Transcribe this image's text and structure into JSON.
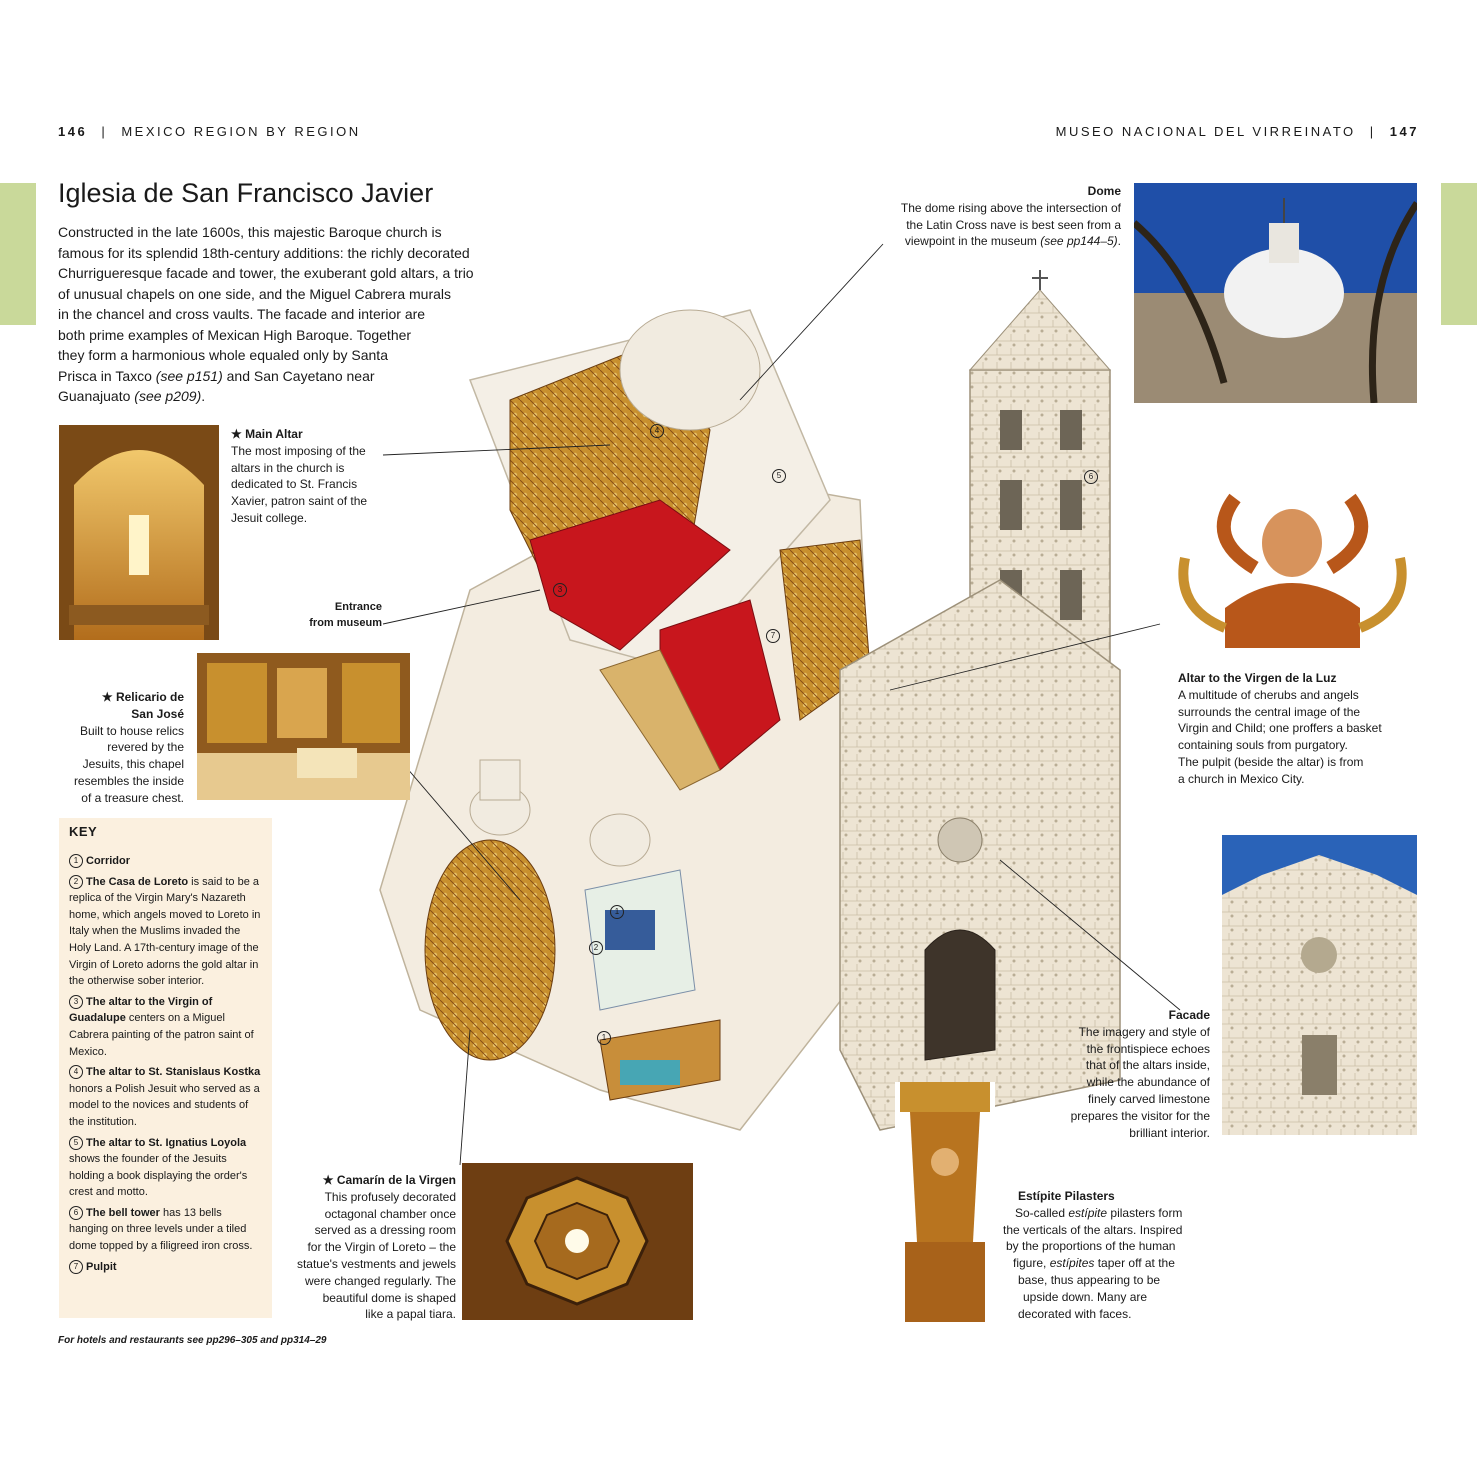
{
  "header": {
    "left_page": "146",
    "left_title": "MEXICO REGION BY REGION",
    "right_title": "MUSEO NACIONAL DEL VIRREINATO",
    "right_page": "147"
  },
  "title": "Iglesia de San Francisco Javier",
  "intro": {
    "lines": [
      "Constructed in the late 1600s, this majestic Baroque church is",
      "famous for its splendid 18th-century additions: the richly decorated",
      "Churrigueresque facade and tower, the exuberant gold altars, a trio",
      "of unusual chapels on one side, and the Miguel Cabrera murals",
      "in the chancel and cross vaults. The facade and interior are",
      "both prime examples of Mexican High Baroque. Together",
      "they form a harmonious whole equaled only by Santa",
      "Prisca in Taxco",
      "(see p151)",
      "and San Cayetano near",
      "Guanajuato",
      "(see p209)",
      "."
    ]
  },
  "captions": {
    "main_altar": {
      "title": "★ Main Altar",
      "lines": [
        "The most imposing of the",
        "altars in the church is",
        "dedicated to St. Francis",
        "Xavier, patron saint of the",
        "Jesuit college."
      ]
    },
    "relicario": {
      "title_lines": [
        "★ Relicario de",
        "San José"
      ],
      "lines": [
        "Built to house relics",
        "revered by the",
        "Jesuits, this chapel",
        "resembles the inside",
        "of a treasure chest."
      ]
    },
    "entrance": {
      "lines": [
        "Entrance",
        "from museum"
      ]
    },
    "dome": {
      "title": "Dome",
      "lines": [
        "The dome rising above the intersection of",
        "the Latin Cross nave is best seen from a",
        "viewpoint in the museum"
      ],
      "ref": "(see pp144–5)",
      "end": "."
    },
    "altar_virgen": {
      "title": "Altar to the Virgen de la Luz",
      "lines": [
        "A multitude of cherubs and angels",
        "surrounds the central image of the",
        "Virgin and Child; one proffers a basket",
        "containing souls from purgatory.",
        "The pulpit (beside the altar) is from",
        "a church in Mexico City."
      ]
    },
    "facade": {
      "title": "Facade",
      "lines": [
        "The imagery and style of",
        "the frontispiece echoes",
        "that of the altars inside,",
        "while the abundance of",
        "finely carved limestone",
        "prepares the visitor for the",
        "brilliant interior."
      ]
    },
    "camarin": {
      "title": "★ Camarín de la Virgen",
      "lines": [
        "This profusely decorated",
        "octagonal chamber once",
        "served as a dressing room",
        "for the Virgin of Loreto – the",
        "statue's vestments and jewels",
        "were changed regularly. The",
        "beautiful dome is shaped",
        "like a papal tiara."
      ]
    },
    "estipite": {
      "title": "Estípite Pilasters",
      "l1a": "So-called ",
      "l1b": "estípite",
      "l1c": " pilasters form",
      "lines": [
        "the verticals of the altars. Inspired",
        "by the proportions of the human"
      ],
      "l4a": "figure, ",
      "l4b": "estípites",
      "l4c": " taper off at the",
      "lines2": [
        "base, thus appearing to be",
        "upside down. Many are",
        "decorated with faces."
      ]
    }
  },
  "key": {
    "heading": "KEY",
    "items": [
      {
        "n": "1",
        "bold": "Corridor",
        "text": ""
      },
      {
        "n": "2",
        "bold": "The Casa de Loreto",
        "text": " is said to be a replica of the Virgin Mary's Nazareth home, which angels moved to Loreto in Italy when the Muslims invaded the Holy Land. A 17th-century image of the Virgin of Loreto adorns the gold altar in the otherwise sober interior."
      },
      {
        "n": "3",
        "bold": "The altar to the Virgin of Guadalupe",
        "text": " centers on a Miguel Cabrera painting of the patron saint of Mexico."
      },
      {
        "n": "4",
        "bold": "The altar to St. Stanislaus Kostka",
        "text": " honors a Polish Jesuit who served as a model to the novices and students of the institution."
      },
      {
        "n": "5",
        "bold": "The altar to St. Ignatius Loyola",
        "text": " shows the founder of the Jesuits holding a book displaying the order's crest and motto."
      },
      {
        "n": "6",
        "bold": "The bell tower",
        "text": " has 13 bells hanging on three levels under a tiled dome topped by a filigreed iron cross."
      },
      {
        "n": "7",
        "bold": "Pulpit",
        "text": ""
      }
    ]
  },
  "markers": [
    "1",
    "1",
    "2",
    "3",
    "4",
    "5",
    "6",
    "7"
  ],
  "footer": "For hotels and restaurants see pp296–305 and pp314–29",
  "colors": {
    "tab": "#c9d99a",
    "key_bg": "#fbf0df",
    "altar_red": "#c8161d",
    "gold": "#c8902e"
  }
}
